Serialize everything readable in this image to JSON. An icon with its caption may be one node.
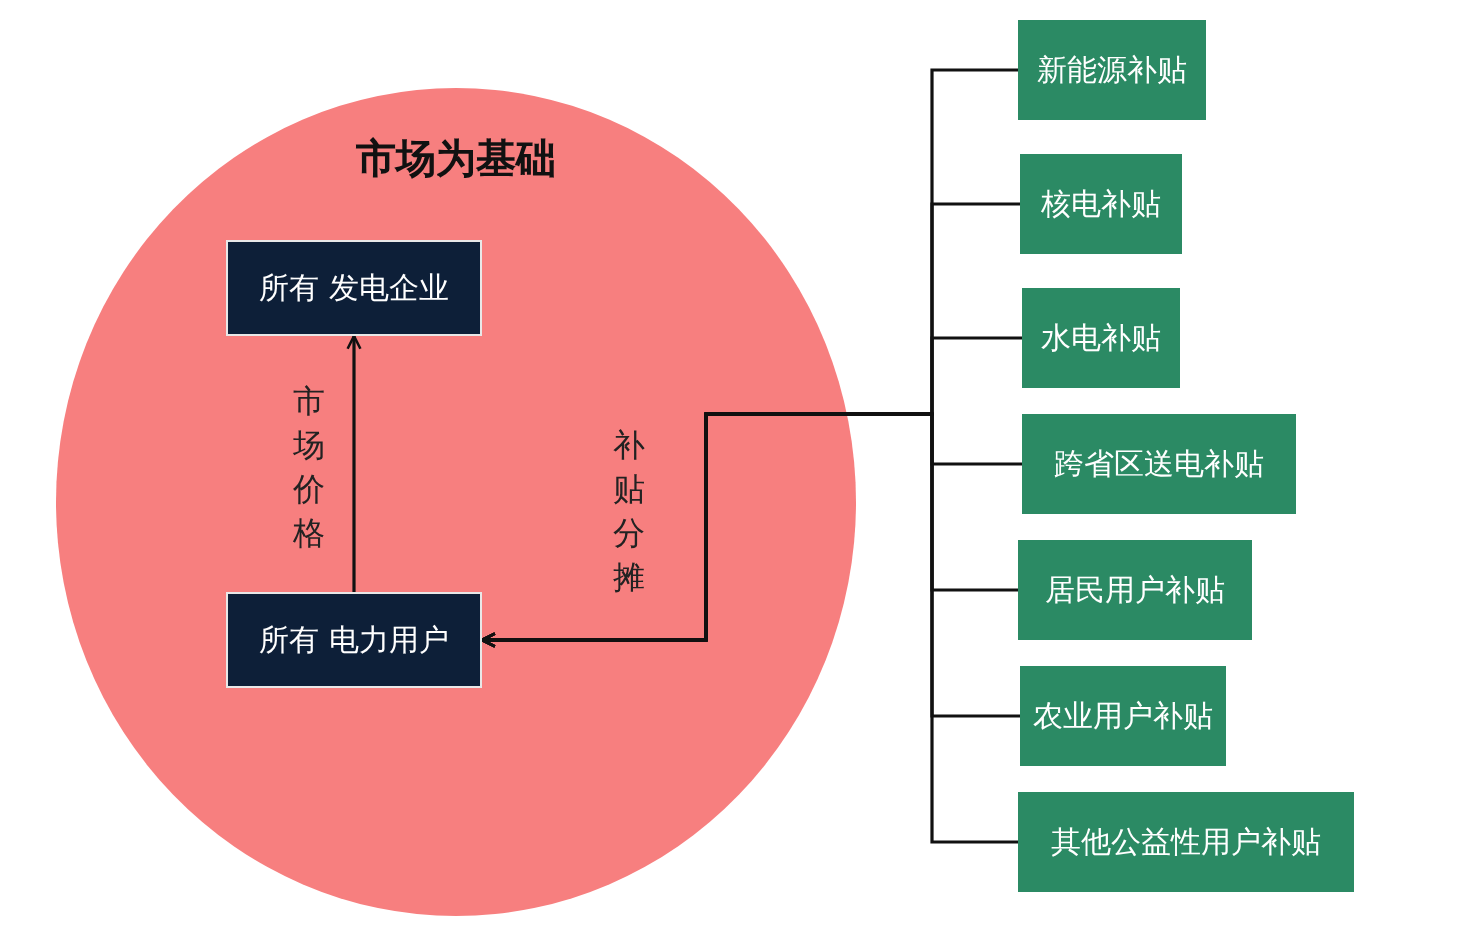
{
  "diagram": {
    "nodes": [
      {
        "text": [
          "市场为基础"
        ]
      },
      {
        "text": [
          "所有 发电企业"
        ],
        "in": 0
      },
      {
        "text": [
          "所有 电力用户"
        ],
        "in": 0
      },
      {
        "text": [
          "新能源补贴"
        ]
      },
      {
        "text": [
          "核电补贴"
        ]
      },
      {
        "text": [
          "水电补贴"
        ]
      },
      {
        "text": [
          "跨省区送电补贴"
        ]
      },
      {
        "text": [
          "居民用户补贴"
        ]
      },
      {
        "text": [
          "农业用户补贴"
        ]
      },
      {
        "text": [
          "其他公益性用户补贴"
        ]
      }
    ],
    "edges": [
      {
        "from": 2,
        "to": 1,
        "arrow": "to",
        "label": "市场价格"
      },
      {
        "from": 3,
        "to": 2,
        "arrow": "to"
      },
      {
        "from": 4,
        "to": 2,
        "arrow": "to"
      },
      {
        "from": 5,
        "to": 2,
        "arrow": "to"
      },
      {
        "from": 6,
        "to": 2,
        "arrow": "to",
        "label": "补贴分摊"
      },
      {
        "from": 7,
        "to": 2,
        "arrow": "to"
      },
      {
        "from": 8,
        "to": 2,
        "arrow": "to"
      },
      {
        "from": 9,
        "to": 2,
        "arrow": "to"
      }
    ]
  }
}
